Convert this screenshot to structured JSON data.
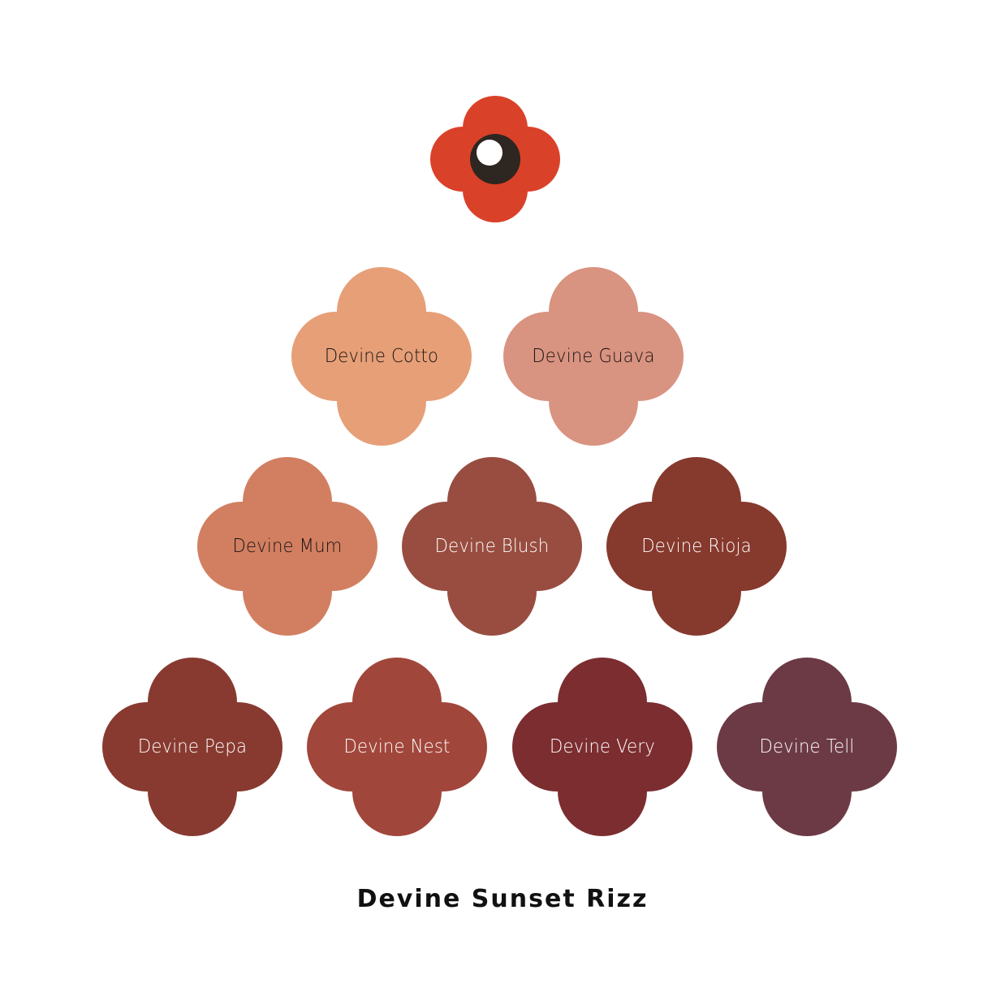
{
  "logo": {
    "icon": "poppy-flower-icon",
    "petal_color": "#DA4129",
    "center_color": "#2E2620",
    "highlight_color": "#FFFFFF"
  },
  "swatches": [
    {
      "name": "Devine Cotto",
      "color": "#E69F77",
      "text_color": "#1a1412"
    },
    {
      "name": "Devine Guava",
      "color": "#D99381",
      "text_color": "#1a1412"
    },
    {
      "name": "Devine Mum",
      "color": "#D27F61",
      "text_color": "#1a1412"
    },
    {
      "name": "Devine Blush",
      "color": "#984D40",
      "text_color": "#FFFFFF"
    },
    {
      "name": "Devine Rioja",
      "color": "#86392D",
      "text_color": "#FFFFFF"
    },
    {
      "name": "Devine Pepa",
      "color": "#883A30",
      "text_color": "#FFFFFF"
    },
    {
      "name": "Devine Nest",
      "color": "#A1463B",
      "text_color": "#FFFFFF"
    },
    {
      "name": "Devine Very",
      "color": "#7C2D30",
      "text_color": "#FFFFFF"
    },
    {
      "name": "Devine Tell",
      "color": "#6C3A45",
      "text_color": "#FFFFFF"
    }
  ],
  "title": "Devine Sunset Rizz"
}
